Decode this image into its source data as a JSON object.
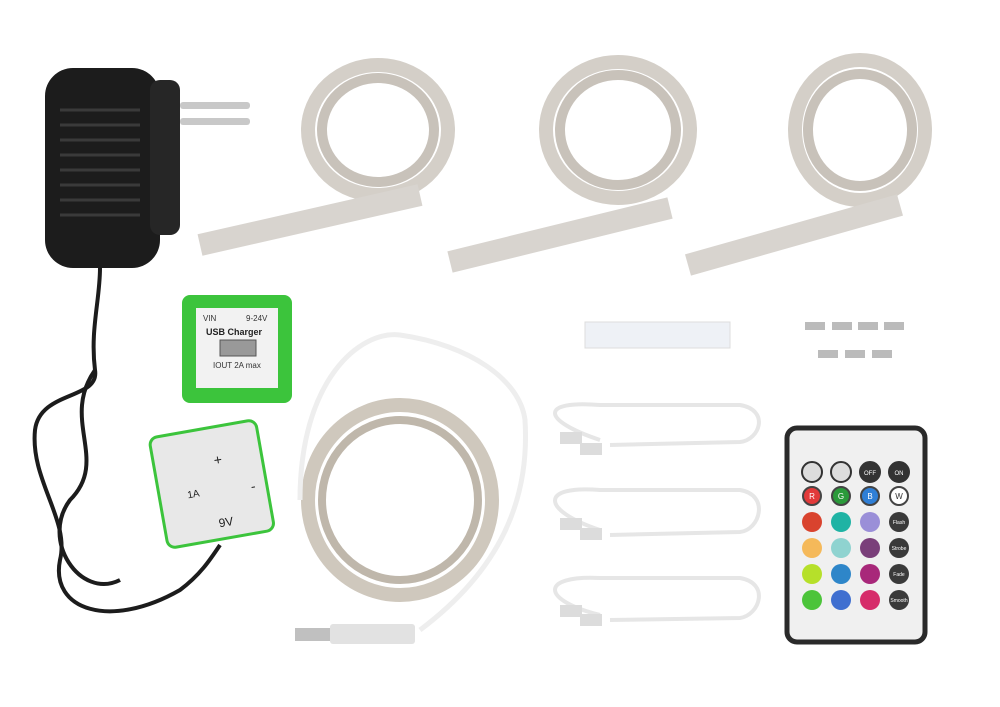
{
  "usb_charger_module": {
    "vin_label": "VIN",
    "voltage_range": "9-24V",
    "title": "USB Charger",
    "output_label": "IOUT 2A max",
    "color": "#3cc43c"
  },
  "battery_module": {
    "plus": "+",
    "minus": "-",
    "current": "1A",
    "voltage": "9V"
  },
  "remote": {
    "top_buttons": [
      "brightness-up-icon",
      "brightness-down-icon",
      "OFF",
      "ON"
    ],
    "rgb_buttons": [
      "R",
      "G",
      "B",
      "W"
    ],
    "mode_buttons": [
      "Flash",
      "Strobe",
      "Fade",
      "Smooth"
    ],
    "color_grid": [
      "#d9432e",
      "#1fb3a4",
      "#9a8fd8",
      "#f5b95a",
      "#8fd3d0",
      "#7a3f7a",
      "#b6e02a",
      "#2e86c9",
      "#a8287a",
      "#4cc43a",
      "#3f6fd0",
      "#d62c6a"
    ]
  },
  "colors": {
    "adapter": "#1c1c1c",
    "strip": "#cfcfcf",
    "cable_white": "#eeeeee",
    "remote_body": "#2a2a2a"
  }
}
